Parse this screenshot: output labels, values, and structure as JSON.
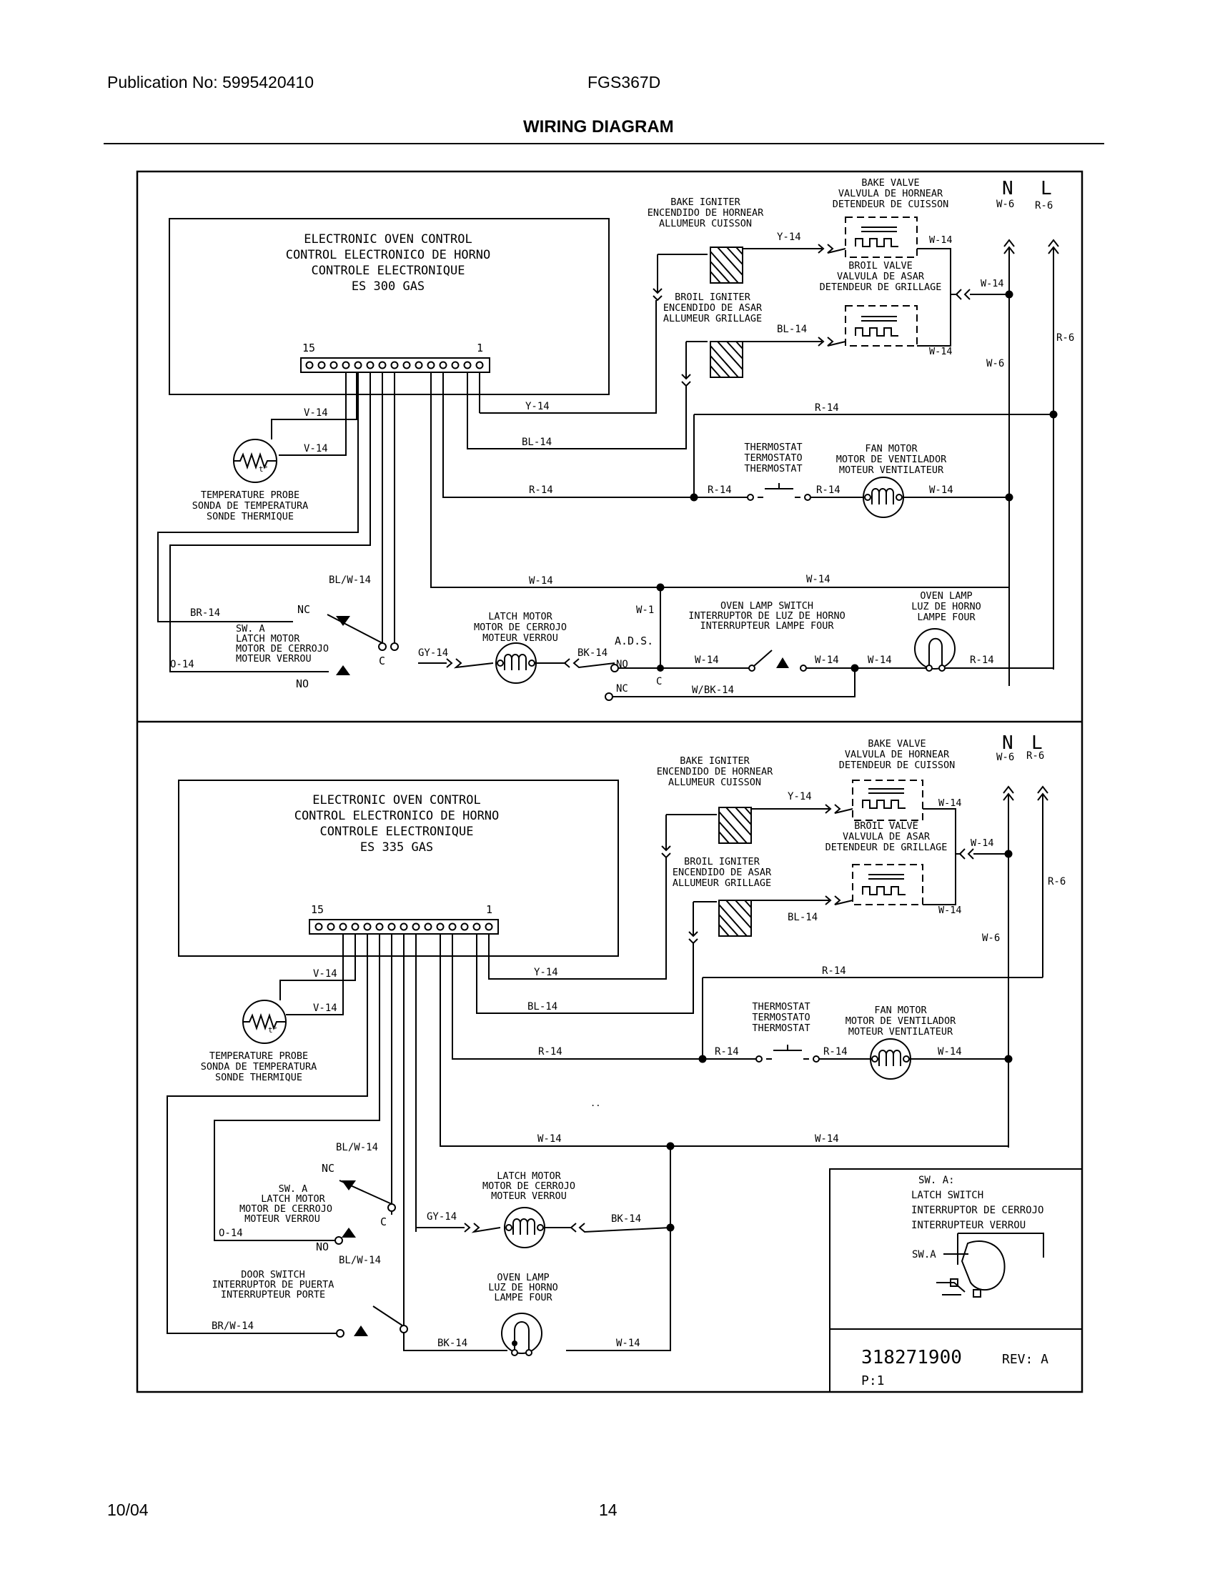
{
  "header": {
    "publication": "Publication No: 5995420410",
    "model": "FGS367D",
    "title": "WIRING DIAGRAM"
  },
  "footer": {
    "date": "10/04",
    "page": "14"
  },
  "top": {
    "control": [
      "ELECTRONIC OVEN CONTROL",
      "CONTROL ELECTRONICO DE HORNO",
      "CONTROLE ELECTRONIQUE",
      "ES 300 GAS"
    ],
    "pin_left": "15",
    "pin_right": "1",
    "bake_igniter": [
      "BAKE IGNITER",
      "ENCENDIDO DE HORNEAR",
      "ALLUMEUR CUISSON"
    ],
    "bake_valve": [
      "BAKE VALVE",
      "VALVULA DE HORNEAR",
      "DETENDEUR DE CUISSON"
    ],
    "broil_valve": [
      "BROIL VALVE",
      "VALVULA DE ASAR",
      "DETENDEUR DE GRILLAGE"
    ],
    "broil_igniter": [
      "BROIL IGNITER",
      "ENCENDIDO DE ASAR",
      "ALLUMEUR GRILLAGE"
    ],
    "thermostat": [
      "THERMOSTAT",
      "TERMOSTATO",
      "THERMOSTAT"
    ],
    "fan_motor": [
      "FAN MOTOR",
      "MOTOR DE VENTILADOR",
      "MOTEUR VENTILATEUR"
    ],
    "temp_probe": [
      "TEMPERATURE PROBE",
      "SONDA DE TEMPERATURA",
      "SONDE THERMIQUE"
    ],
    "latch_motor": [
      "LATCH MOTOR",
      "MOTOR DE CERROJO",
      "MOTEUR VERROU"
    ],
    "lamp_switch": [
      "OVEN LAMP SWITCH",
      "INTERRUPTOR DE LUZ DE HORNO",
      "INTERRUPTEUR LAMPE FOUR"
    ],
    "oven_lamp": [
      "OVEN LAMP",
      "LUZ DE HORNO",
      "LAMPE FOUR"
    ],
    "sw_a": [
      "SW. A",
      "LATCH MOTOR",
      "MOTOR DE CERROJO",
      "MOTEUR VERROU"
    ],
    "wires": {
      "n": "N",
      "l": "L",
      "w6": "W-6",
      "r6": "R-6",
      "w14": "W-14",
      "y14": "Y-14",
      "bl14": "BL-14",
      "r14": "R-14",
      "v14": "V-14",
      "blw14": "BL/W-14",
      "br14": "BR-14",
      "o14": "O-14",
      "gy14": "GY-14",
      "bk14": "BK-14",
      "w1": "W-1",
      "wbk14": "W/BK-14",
      "nc": "NC",
      "no": "NO",
      "c": "C",
      "ads": "A.D.S."
    }
  },
  "bottom": {
    "control": [
      "ELECTRONIC OVEN CONTROL",
      "CONTROL ELECTRONICO DE HORNO",
      "CONTROLE ELECTRONIQUE",
      "ES 335 GAS"
    ],
    "door_switch": [
      "DOOR SWITCH",
      "INTERRUPTOR DE PUERTA",
      "INTERRUPTEUR PORTE"
    ],
    "brw14": "BR/W-14",
    "sw_a": [
      "SW. A",
      "LATCH MOTOR",
      "MOTOR DE CERROJO",
      "MOTEUR VERROU"
    ],
    "inset": [
      "SW. A:",
      "LATCH SWITCH",
      "INTERRUPTOR DE CERROJO",
      "INTERRUPTEUR VERROU"
    ],
    "inset_sw": "SW.A",
    "part_no": "318271900",
    "rev": "REV: A",
    "page": "P:1",
    "stray_mark": ".."
  }
}
